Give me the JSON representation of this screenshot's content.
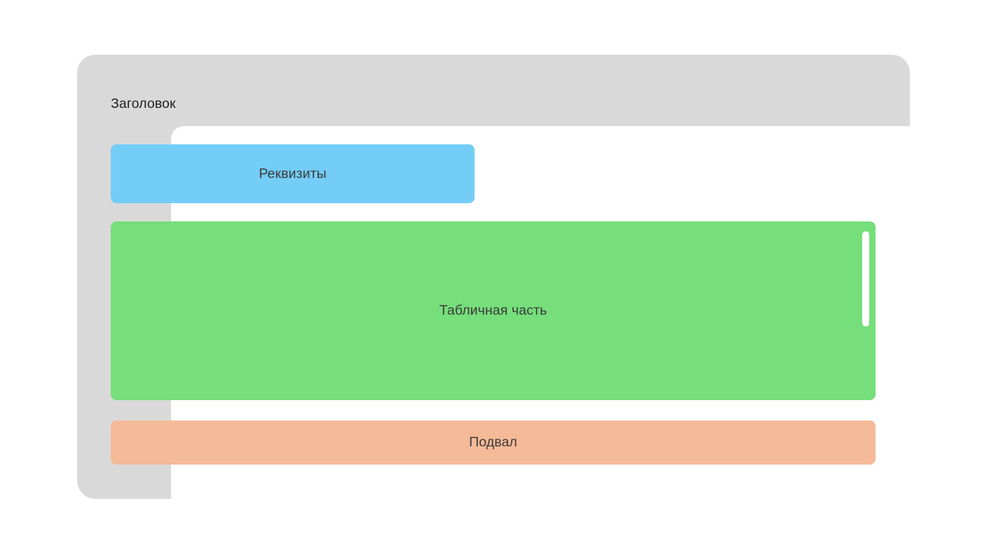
{
  "window": {
    "frame_color": "#d9d9d9",
    "card_color": "#ffffff"
  },
  "form": {
    "title": "Заголовок",
    "title_color": "#222222",
    "regions": [
      {
        "key": "attributes",
        "label": "Реквизиты",
        "color": "#74cdf7"
      },
      {
        "key": "table",
        "label": "Табличная часть",
        "color": "#76de7b",
        "scrollbar": {
          "thumb_color": "#ffffff",
          "orientation": "vertical"
        }
      },
      {
        "key": "footer",
        "label": "Подвал",
        "color": "#f5ba98"
      }
    ]
  }
}
